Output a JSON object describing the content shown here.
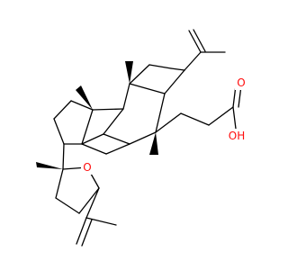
{
  "molecule": {
    "atom_labels": {
      "carbonyl_oxygen": "O",
      "hydroxyl": "OH",
      "ring_oxygen": "O"
    },
    "colors": {
      "bond": "#000000",
      "oxygen": "#ff0d0d",
      "background": "#ffffff"
    }
  }
}
